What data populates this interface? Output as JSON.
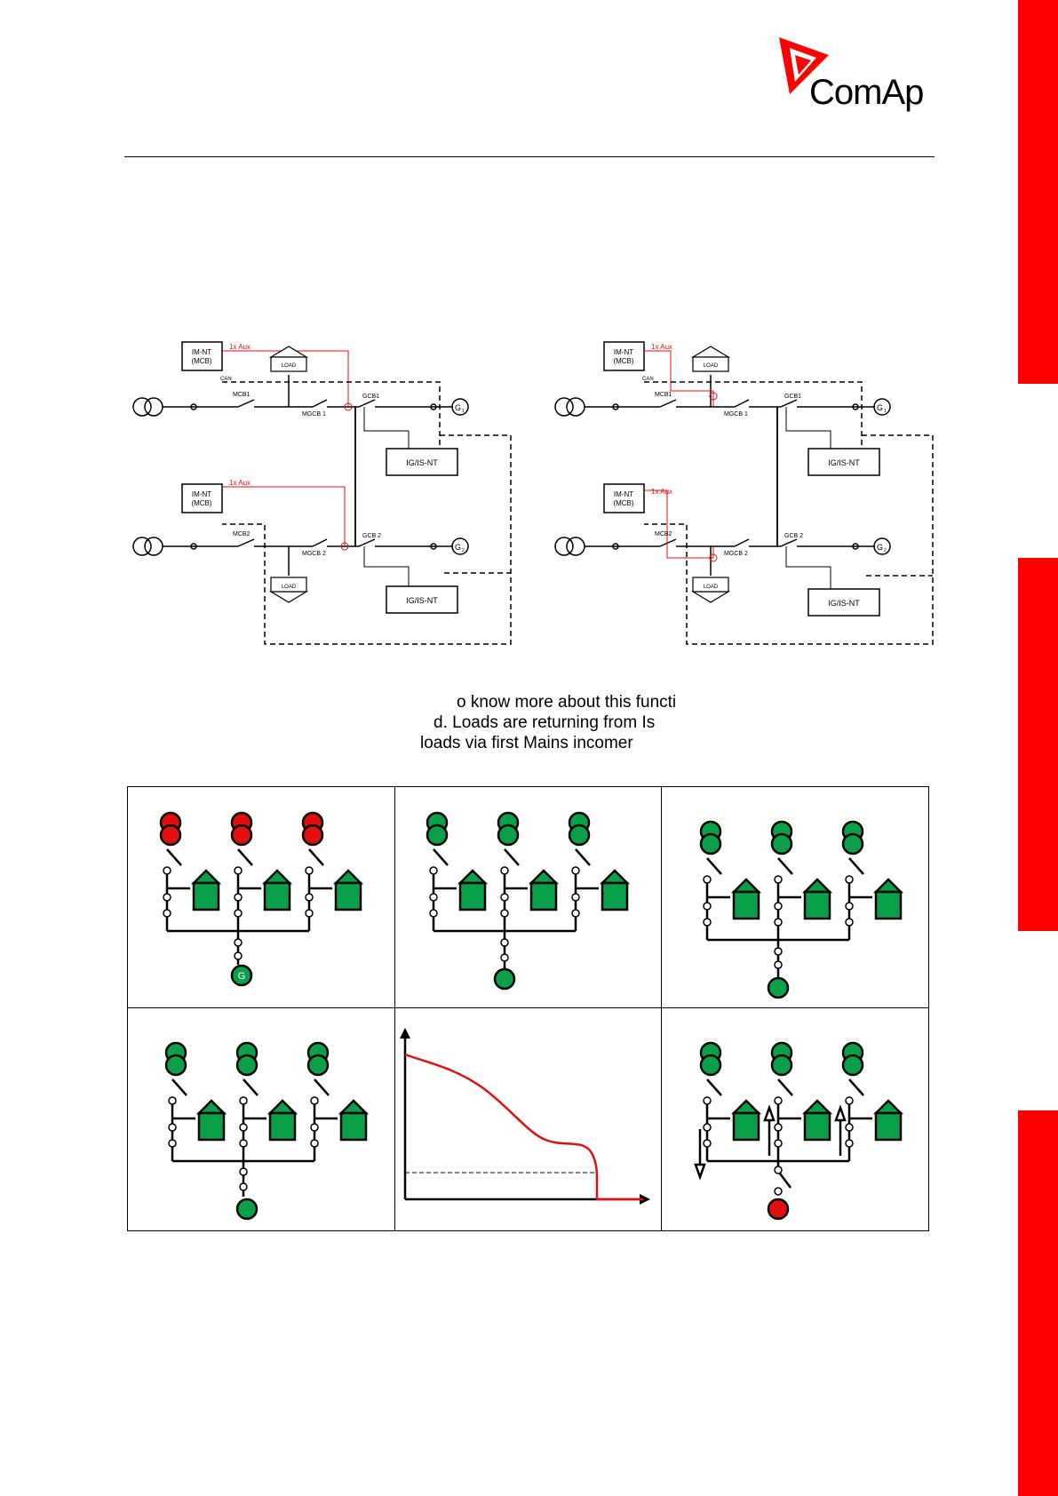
{
  "logo": {
    "text": "ComAp"
  },
  "colors": {
    "accent": "#ff0000",
    "active": "#0aa04a",
    "fault": "#e01010"
  },
  "diagrams": {
    "left": {
      "im1": "IM-NT",
      "im1b": "(MCB)",
      "im2": "IM-NT",
      "im2b": "(MCB)",
      "aux1": "1x Aux",
      "aux2": "1x Aux",
      "mcb1": "MCB1",
      "mcb2": "MCB2",
      "mgcb1": "MGCB 1",
      "mgcb2": "MGCB 2",
      "gcb1": "GCB1",
      "gcb2": "GCB 2",
      "load1": "LOAD",
      "load2": "LOAD",
      "ig1": "IG/IS-NT",
      "ig2": "IG/IS-NT",
      "g1": "G",
      "g1sub": "1",
      "g2": "G",
      "g2sub": "2",
      "can": "CAN"
    },
    "right": {
      "im1": "IM-NT",
      "im1b": "(MCB)",
      "im2": "IM-NT",
      "im2b": "(MCB)",
      "aux1": "1x Aux",
      "aux2": "1x Aux",
      "mcb1": "MCB1",
      "mcb2": "MCB2",
      "mgcb1": "MGCB 1",
      "mgcb2": "MGCB 2",
      "gcb1": "GCB1",
      "gcb2": "GCB 2",
      "load1": "LOAD",
      "load2": "LOAD",
      "ig1": "IG/IS-NT",
      "ig2": "IG/IS-NT",
      "g1": "G",
      "g1sub": "1",
      "g2": "G",
      "g2sub": "2",
      "can": "CAN"
    }
  },
  "text_lines": [
    "o know more about this functi",
    "d. Loads are returning from Is",
    "loads via first Mains incomer"
  ],
  "panels": {
    "p1_gen": "G"
  }
}
